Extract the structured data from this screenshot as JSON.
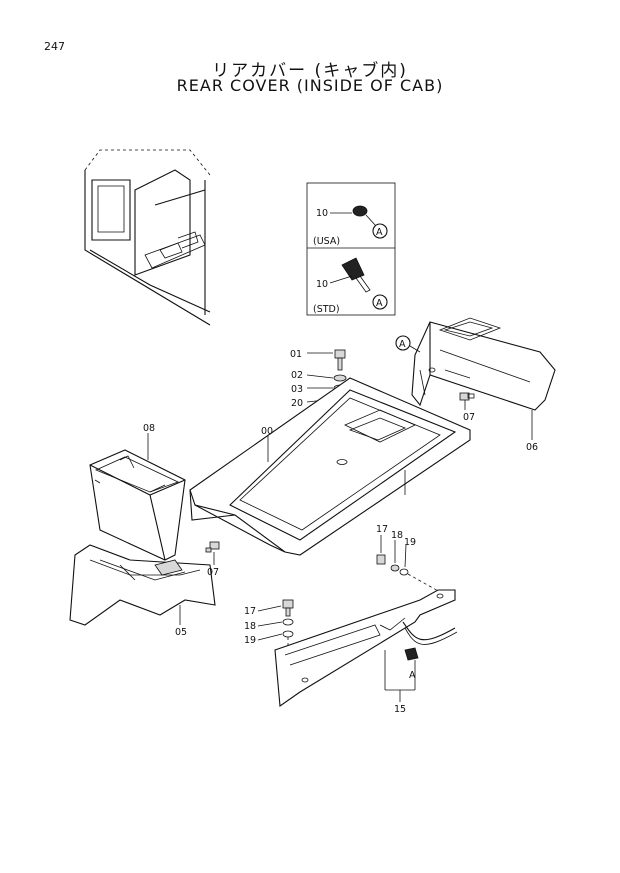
{
  "page_number": "247",
  "title_jp": "リアカバー (キャブ内)",
  "title_en": "REAR COVER (INSIDE OF CAB)",
  "inset": {
    "usa_label": "(USA)",
    "std_label": "(STD)",
    "usa_part": "10",
    "std_part": "10",
    "callout": "A"
  },
  "callouts": {
    "a_cover": "A",
    "a_cable": "A"
  },
  "parts": [
    {
      "id": "p01",
      "label": "01"
    },
    {
      "id": "p02",
      "label": "02"
    },
    {
      "id": "p03",
      "label": "03"
    },
    {
      "id": "p20",
      "label": "20"
    },
    {
      "id": "p00",
      "label": "00"
    },
    {
      "id": "p08",
      "label": "08"
    },
    {
      "id": "p07a",
      "label": "07"
    },
    {
      "id": "p07b",
      "label": "07"
    },
    {
      "id": "p06",
      "label": "06"
    },
    {
      "id": "p05",
      "label": "05"
    },
    {
      "id": "p17a",
      "label": "17"
    },
    {
      "id": "p18a",
      "label": "18"
    },
    {
      "id": "p19a",
      "label": "19"
    },
    {
      "id": "p17b",
      "label": "17"
    },
    {
      "id": "p18b",
      "label": "18"
    },
    {
      "id": "p19b",
      "label": "19"
    },
    {
      "id": "p15",
      "label": "15"
    }
  ]
}
